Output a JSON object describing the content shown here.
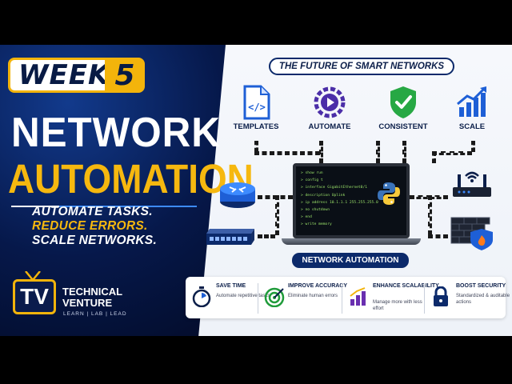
{
  "badge": {
    "week_label": "WEEK",
    "week_number": "5"
  },
  "title": {
    "line1": "NETWORK",
    "line2": "AUTOMATION"
  },
  "taglines": [
    "AUTOMATE TASKS.",
    "REDUCE ERRORS.",
    "SCALE NETWORKS."
  ],
  "brand": {
    "logo_text": "TV",
    "name_line1": "TECHNICAL",
    "name_line2": "VENTURE",
    "motto": "LEARN | LAB | LEAD"
  },
  "header_pill": "THE FUTURE OF SMART NETWORKS",
  "features": [
    {
      "label": "TEMPLATES",
      "icon": "document-code-icon",
      "color": "#1e5fd6"
    },
    {
      "label": "AUTOMATE",
      "icon": "gear-play-icon",
      "color": "#4b2ea8"
    },
    {
      "label": "CONSISTENT",
      "icon": "shield-check-icon",
      "color": "#1f9b3a"
    },
    {
      "label": "SCALE",
      "icon": "growth-chart-icon",
      "color": "#1e5fd6"
    }
  ],
  "terminal_lines": [
    "> show run",
    "> config t",
    "> interface GigabitEthernet0/1",
    "> description Uplink",
    "> ip address 10.1.1.1 255.255.255.0",
    "> no shutdown",
    "> end",
    "> write memory"
  ],
  "center_pill": "NETWORK AUTOMATION",
  "benefits": [
    {
      "title": "SAVE TIME",
      "desc": "Automate repetitive tasks",
      "icon": "stopwatch-icon"
    },
    {
      "title": "IMPROVE ACCURACY",
      "desc": "Eliminate human errors",
      "icon": "target-icon"
    },
    {
      "title": "ENHANCE SCALABILITY",
      "desc": "Manage more with less effort",
      "icon": "bar-growth-icon"
    },
    {
      "title": "BOOST SECURITY",
      "desc": "Standardized & auditable actions",
      "icon": "padlock-icon"
    }
  ],
  "colors": {
    "navy": "#06184a",
    "accent_yellow": "#f3b40b",
    "terminal_green": "#9be36a"
  }
}
